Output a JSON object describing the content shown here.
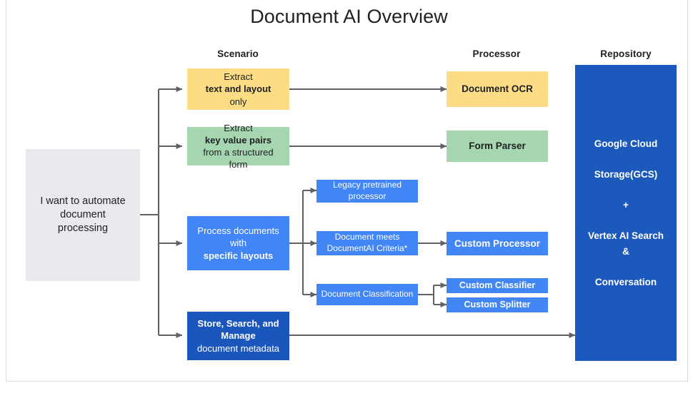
{
  "title": "Document AI Overview",
  "columns": [
    {
      "name": "scenario",
      "label": "Scenario"
    },
    {
      "name": "processor",
      "label": "Processor"
    },
    {
      "name": "repository",
      "label": "Repository"
    }
  ],
  "entry": {
    "label_line1": "I want to automate",
    "label_line2": "document",
    "label_line3": "processing",
    "color": "#e8eaed"
  },
  "scenarios": [
    {
      "name": "extract-text-and-layout",
      "pre": "Extract ",
      "strong": "text and layout",
      "post": " only",
      "color": "#fcdd86"
    },
    {
      "name": "extract-key-value-pairs",
      "pre": "Extract ",
      "strong": "key value pairs",
      "post": " from a structured form",
      "color": "#a5d6b0"
    },
    {
      "name": "process-documents-specific-layouts",
      "pre": "Process documents with ",
      "strong": "specific layouts",
      "post": "",
      "color": "#4285f4"
    },
    {
      "name": "store-search-manage-metadata",
      "pre": "",
      "strong": "Store, Search, and Manage",
      "post": " document metadata",
      "color": "#1a56bc"
    }
  ],
  "intermediate": [
    {
      "name": "legacy-pretrained-processor",
      "label": "Legacy pretrained processor",
      "color": "#4285f4"
    },
    {
      "name": "document-meets-criteria",
      "label": "Document meets DocumentAI Criteria*",
      "color": "#4285f4"
    },
    {
      "name": "document-classification",
      "label": "Document Classification",
      "color": "#4285f4"
    }
  ],
  "processors": [
    {
      "name": "document-ocr",
      "label": "Document OCR",
      "color": "#fcdd86"
    },
    {
      "name": "form-parser",
      "label": "Form Parser",
      "color": "#a5d6b0"
    },
    {
      "name": "custom-processor",
      "label": "Custom Processor",
      "color": "#4285f4"
    },
    {
      "name": "custom-classifier",
      "label": "Custom Classifier",
      "color": "#4285f4"
    },
    {
      "name": "custom-splitter",
      "label": "Custom Splitter",
      "color": "#4285f4"
    }
  ],
  "repository": {
    "name": "repository-box",
    "line1": "Google Cloud",
    "line2": "Storage(GCS)",
    "line3": "+",
    "line4": "Vertex AI Search &",
    "line5": "Conversation",
    "color": "#1b59bd"
  },
  "palette": {
    "yellow": "#fcdd86",
    "green": "#a5d6b0",
    "blue": "#4285f4",
    "dark_blue": "#1a56bc",
    "repo_blue": "#1b59bd",
    "grey": "#e8eaed",
    "connector": "#5f6368",
    "text_dark": "#202124"
  }
}
